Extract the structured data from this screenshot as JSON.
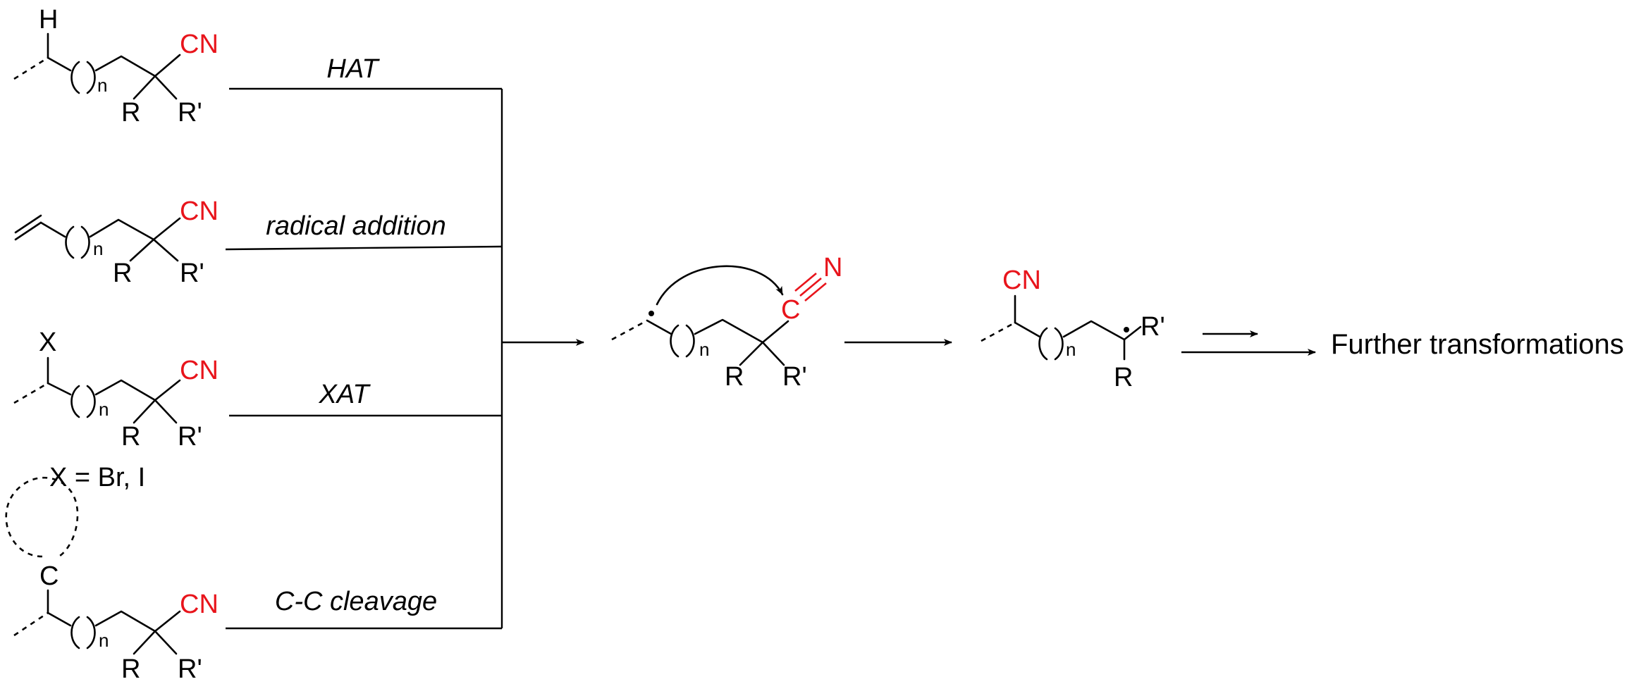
{
  "substrates": [
    {
      "top_atom": "H",
      "group": "CN",
      "sub_n": "n",
      "r": "R",
      "r_prime": "R'",
      "condition": "HAT"
    },
    {
      "group": "CN",
      "sub_n": "n",
      "r": "R",
      "r_prime": "R'",
      "condition": "radical addition"
    },
    {
      "top_atom": "X",
      "group": "CN",
      "sub_n": "n",
      "r": "R",
      "r_prime": "R'",
      "condition": "XAT",
      "note": "X = Br, I"
    },
    {
      "top_atom": "C",
      "group": "CN",
      "sub_n": "n",
      "r": "R",
      "r_prime": "R'",
      "condition": "C-C cleavage"
    }
  ],
  "intermediate": {
    "c_atom": "C",
    "n_atom": "N",
    "sub_n": "n",
    "r": "R",
    "r_prime": "R'"
  },
  "product": {
    "group": "CN",
    "sub_n": "n",
    "r": "R",
    "r_prime": "R'"
  },
  "final_label": "Further transformations",
  "colors": {
    "highlight": "#e8141b",
    "ink": "#000000"
  }
}
